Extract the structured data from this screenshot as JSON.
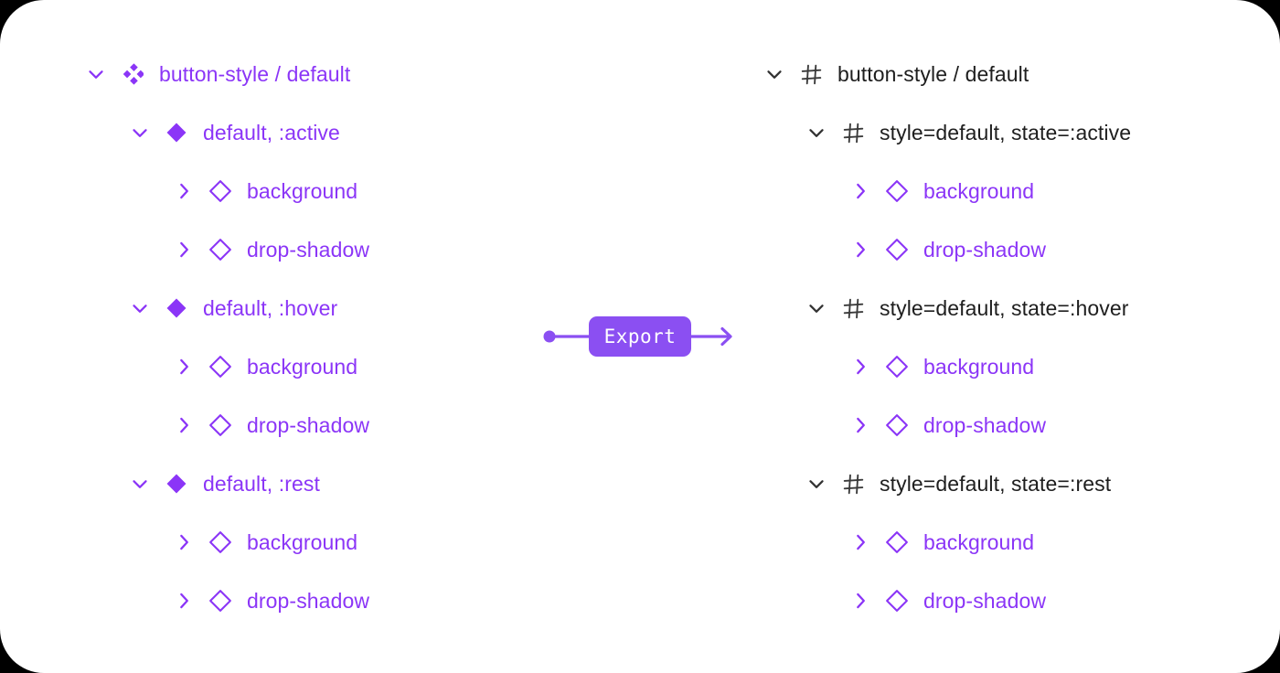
{
  "canvas": {
    "background_color": "#000000",
    "card_color": "#ffffff",
    "accent_purple": "#8b35f7",
    "button_purple": "#8b4ff2",
    "dark_text": "#1e1e1e"
  },
  "left_tree": {
    "rows": [
      {
        "label": "button-style / default",
        "icon": "component-set-icon",
        "disclosure": "chevron-down-icon",
        "depth": 0,
        "tone": "purple"
      },
      {
        "label": "default, :active",
        "icon": "component-icon",
        "disclosure": "chevron-down-icon",
        "depth": 1,
        "tone": "purple"
      },
      {
        "label": "background",
        "icon": "instance-icon",
        "disclosure": "chevron-right-icon",
        "depth": 2,
        "tone": "purple"
      },
      {
        "label": "drop-shadow",
        "icon": "instance-icon",
        "disclosure": "chevron-right-icon",
        "depth": 2,
        "tone": "purple"
      },
      {
        "label": "default, :hover",
        "icon": "component-icon",
        "disclosure": "chevron-down-icon",
        "depth": 1,
        "tone": "purple"
      },
      {
        "label": "background",
        "icon": "instance-icon",
        "disclosure": "chevron-right-icon",
        "depth": 2,
        "tone": "purple"
      },
      {
        "label": "drop-shadow",
        "icon": "instance-icon",
        "disclosure": "chevron-right-icon",
        "depth": 2,
        "tone": "purple"
      },
      {
        "label": "default, :rest",
        "icon": "component-icon",
        "disclosure": "chevron-down-icon",
        "depth": 1,
        "tone": "purple"
      },
      {
        "label": "background",
        "icon": "instance-icon",
        "disclosure": "chevron-right-icon",
        "depth": 2,
        "tone": "purple"
      },
      {
        "label": "drop-shadow",
        "icon": "instance-icon",
        "disclosure": "chevron-right-icon",
        "depth": 2,
        "tone": "purple"
      }
    ]
  },
  "right_tree": {
    "rows": [
      {
        "label": "button-style / default",
        "icon": "frame-icon",
        "disclosure": "chevron-down-icon",
        "depth": 0,
        "tone": "dark"
      },
      {
        "label": "style=default, state=:active",
        "icon": "frame-icon",
        "disclosure": "chevron-down-icon",
        "depth": 1,
        "tone": "dark"
      },
      {
        "label": "background",
        "icon": "instance-icon",
        "disclosure": "chevron-right-icon",
        "depth": 2,
        "tone": "purple"
      },
      {
        "label": "drop-shadow",
        "icon": "instance-icon",
        "disclosure": "chevron-right-icon",
        "depth": 2,
        "tone": "purple"
      },
      {
        "label": "style=default, state=:hover",
        "icon": "frame-icon",
        "disclosure": "chevron-down-icon",
        "depth": 1,
        "tone": "dark"
      },
      {
        "label": "background",
        "icon": "instance-icon",
        "disclosure": "chevron-right-icon",
        "depth": 2,
        "tone": "purple"
      },
      {
        "label": "drop-shadow",
        "icon": "instance-icon",
        "disclosure": "chevron-right-icon",
        "depth": 2,
        "tone": "purple"
      },
      {
        "label": "style=default, state=:rest",
        "icon": "frame-icon",
        "disclosure": "chevron-down-icon",
        "depth": 1,
        "tone": "dark"
      },
      {
        "label": "background",
        "icon": "instance-icon",
        "disclosure": "chevron-right-icon",
        "depth": 2,
        "tone": "purple"
      },
      {
        "label": "drop-shadow",
        "icon": "instance-icon",
        "disclosure": "chevron-right-icon",
        "depth": 2,
        "tone": "purple"
      }
    ]
  },
  "export_node": {
    "label": "Export",
    "input_handle": "dot",
    "output_handle": "arrow"
  }
}
